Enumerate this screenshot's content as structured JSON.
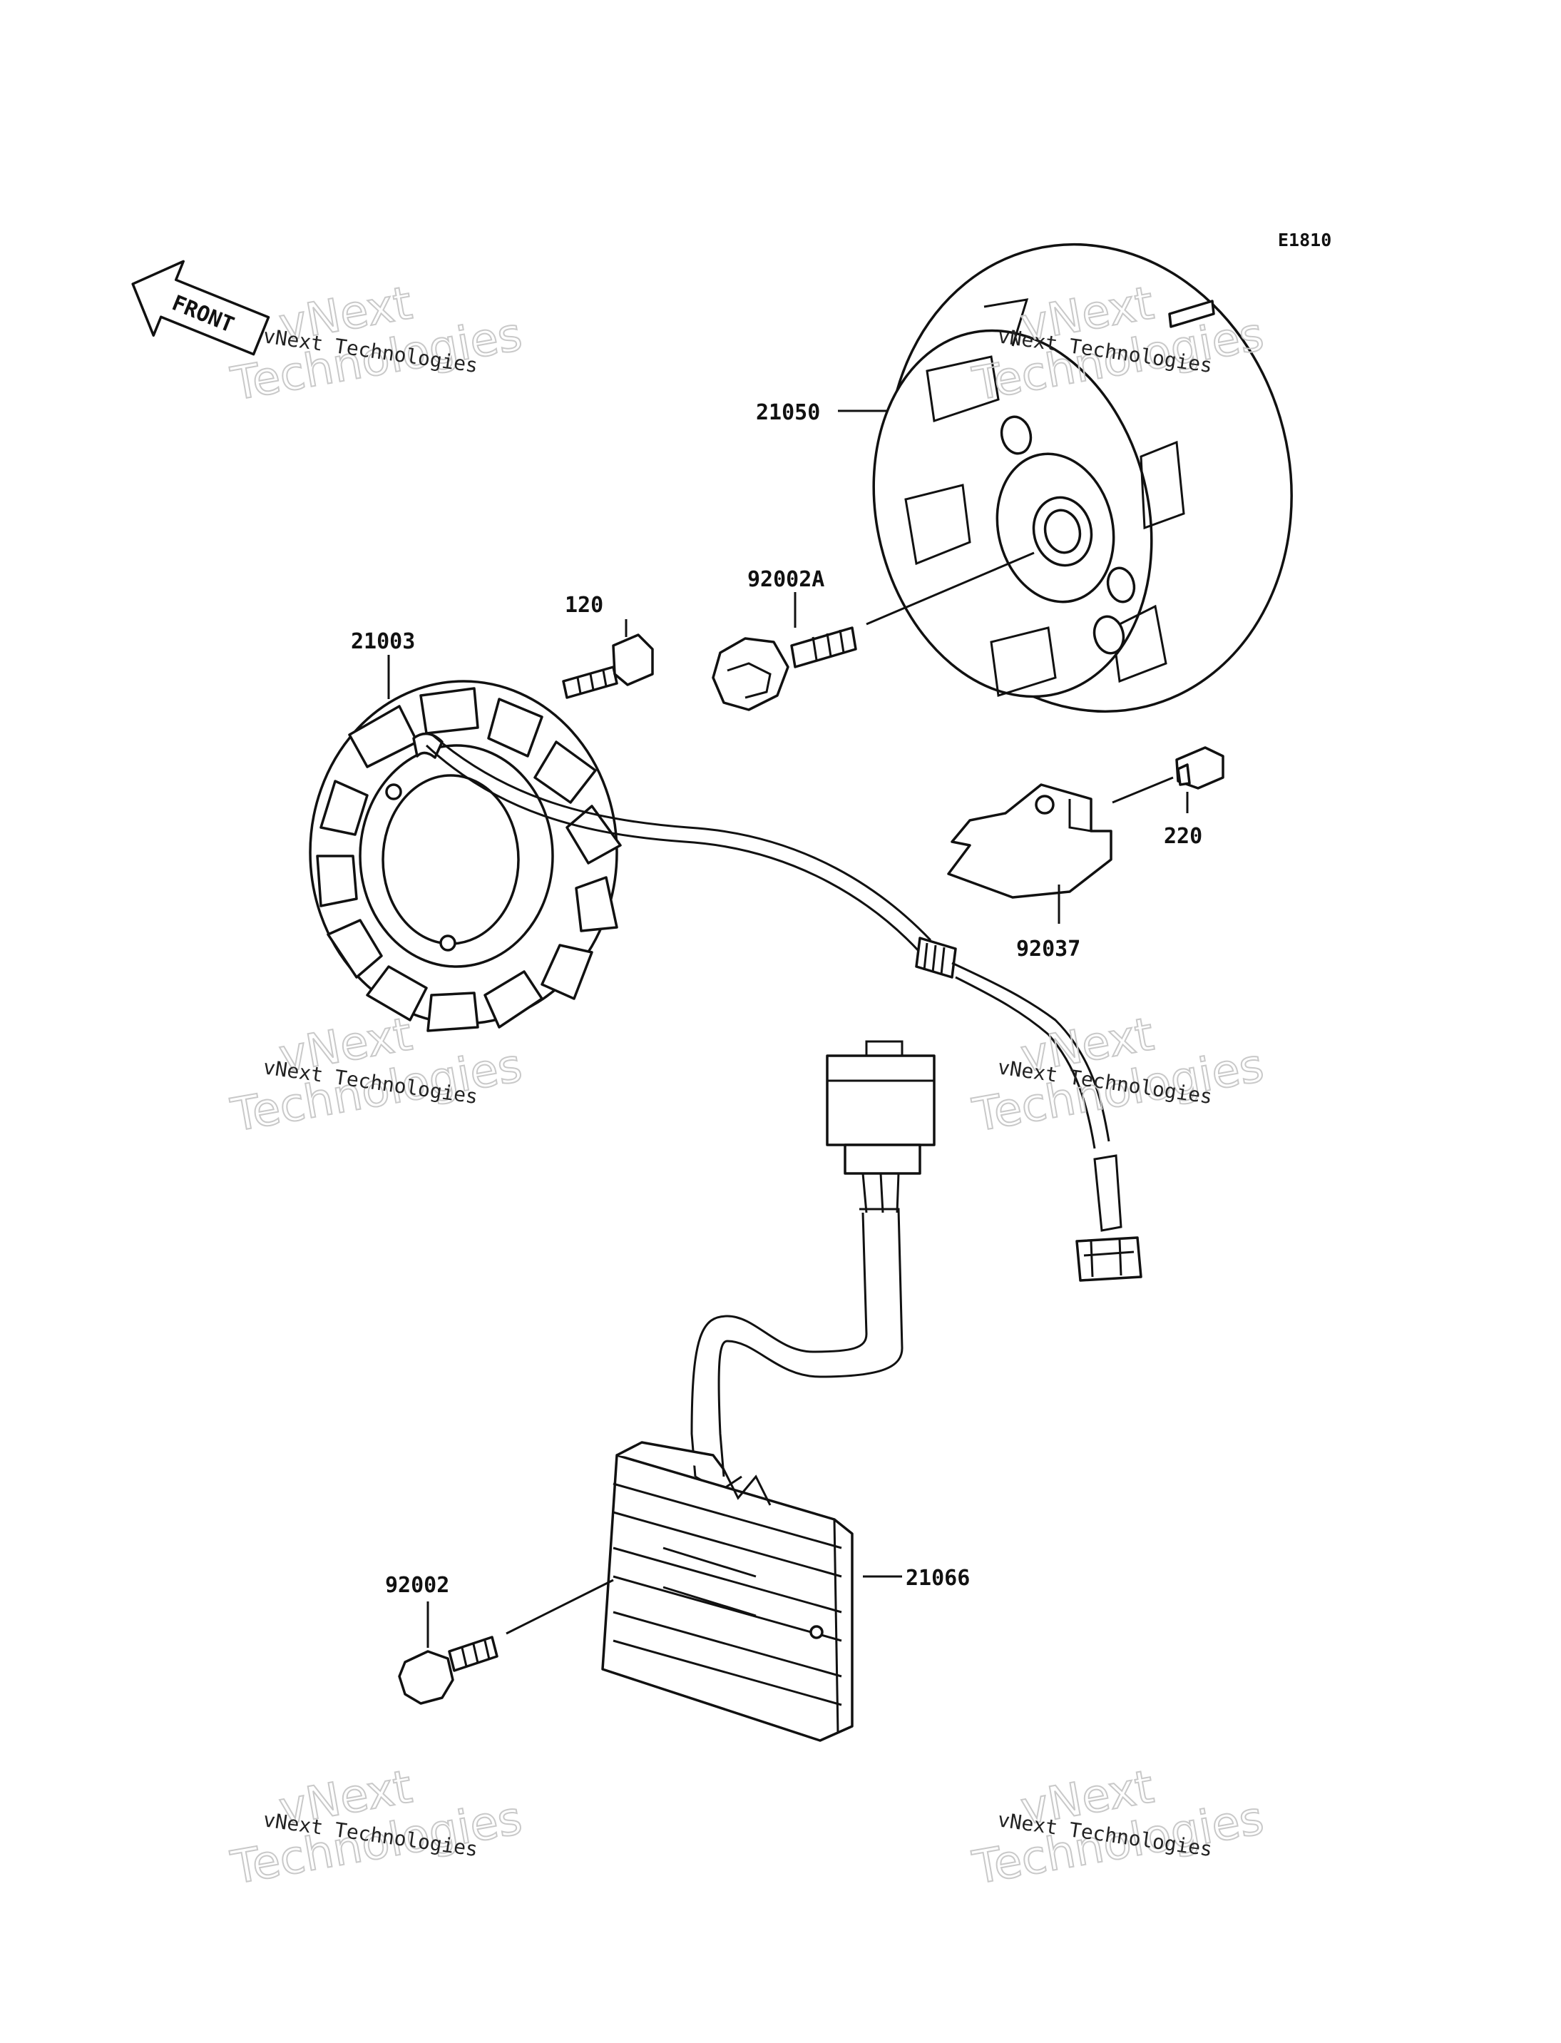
{
  "diagram_code": "E1810",
  "front_arrow_label": "FRONT",
  "watermark": {
    "small": "vNext Technologies",
    "big_line1": "vNext",
    "big_line2": "Technologies"
  },
  "parts": {
    "flywheel": "21050",
    "flywheel_bolt": "92002A",
    "stator_bolt": "120",
    "stator": "21003",
    "bracket_bolt": "220",
    "bracket": "92037",
    "regulator_bolt": "92002",
    "regulator": "21066"
  }
}
